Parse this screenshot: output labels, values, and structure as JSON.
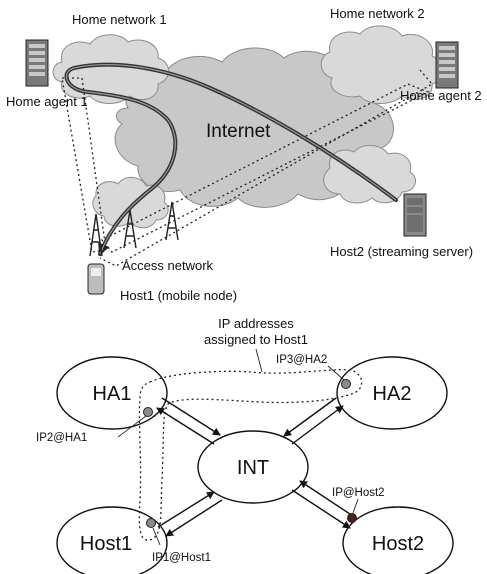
{
  "top_diagram": {
    "internet_label": "Internet",
    "home_network_1": "Home network 1",
    "home_network_2": "Home network 2",
    "home_agent_1": "Home agent 1",
    "home_agent_2": "Home agent 2",
    "access_network": "Access network",
    "host1": "Host1 (mobile node)",
    "host2": "Host2 (streaming server)"
  },
  "bottom_diagram": {
    "ip_note_line1": "IP addresses",
    "ip_note_line2": "assigned to Host1",
    "nodes": {
      "ha1": "HA1",
      "ha2": "HA2",
      "int": "INT",
      "host1": "Host1",
      "host2": "Host2"
    },
    "addresses": {
      "ip2": "IP2@HA1",
      "ip3": "IP3@HA2",
      "ip1": "IP1@Host1",
      "iphost2": "IP@Host2"
    }
  },
  "colors": {
    "address_dot_host1": "#8a8a8a",
    "address_dot_host2": "#4a1f1f",
    "route": "#333333",
    "cloud": "#c8c8c8"
  }
}
